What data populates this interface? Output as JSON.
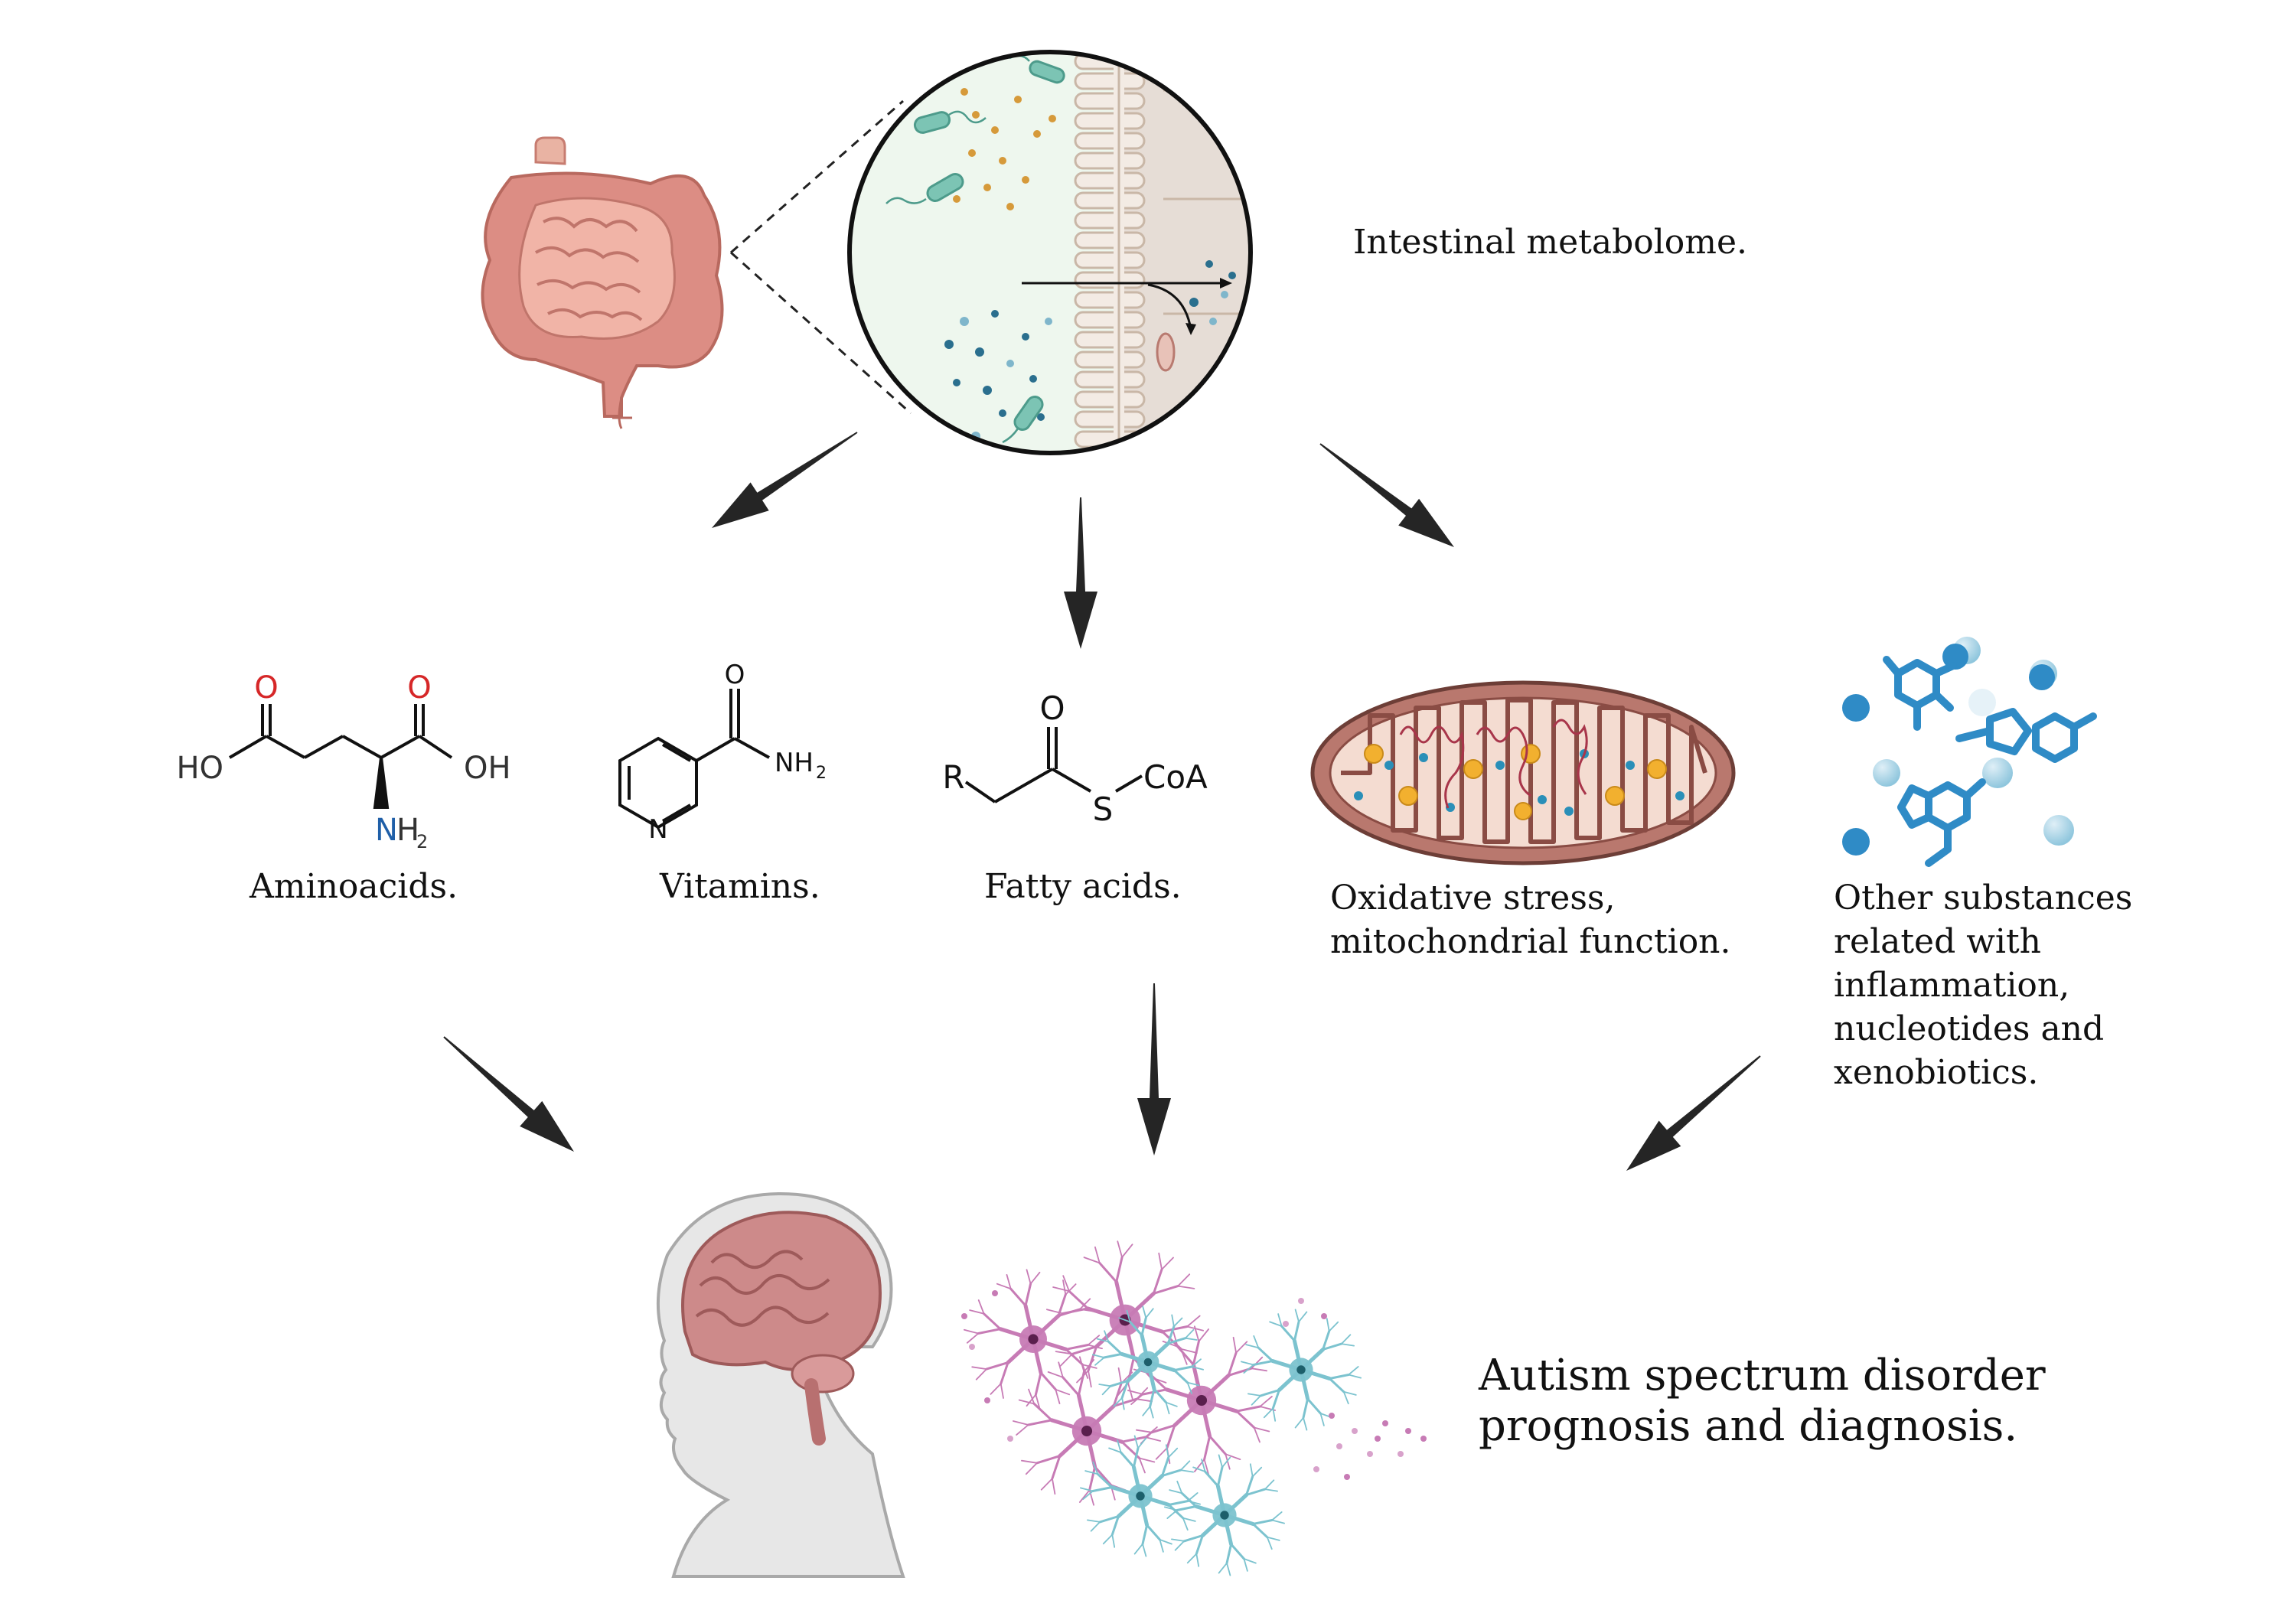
{
  "labels": {
    "intestinal": "Intestinal metabolome.",
    "aminoacids": "Aminoacids.",
    "vitamins": "Vitamins.",
    "fatty_acids": "Fatty acids.",
    "oxidative": [
      "Oxidative stress,",
      "mitochondrial function."
    ],
    "other": [
      "Other substances",
      "related with",
      "inflammation,",
      "nucleotides and",
      "xenobiotics."
    ],
    "autism": [
      "Autism spectrum disorder",
      "prognosis and diagnosis."
    ]
  },
  "chem": {
    "glu": {
      "o1": "O",
      "o2": "O",
      "ho": "HO",
      "oh": "OH",
      "n": "N",
      "h2": "H",
      "h2_sub": "2"
    },
    "nic": {
      "o": "O",
      "nh": "NH",
      "nh_sub": "2",
      "n": "N"
    },
    "acyl": {
      "r": "R",
      "o": "O",
      "s": "S",
      "coa": "CoA"
    }
  },
  "colors": {
    "arrow": "#252525",
    "intestine": "#d98a82",
    "villi": "#e8ddd4",
    "lumen": "#eef7ee",
    "metabolite_blue": "#2a6f8e",
    "metabolite_orange": "#d69a3a",
    "bacteria": "#7cc4b4",
    "oxygen_red": "#d62728",
    "nitrogen_blue": "#1f5fa8",
    "neuron_pink": "#c77bb5",
    "neuron_cyan": "#7cc3cf",
    "brain": "#cd8a8a"
  }
}
